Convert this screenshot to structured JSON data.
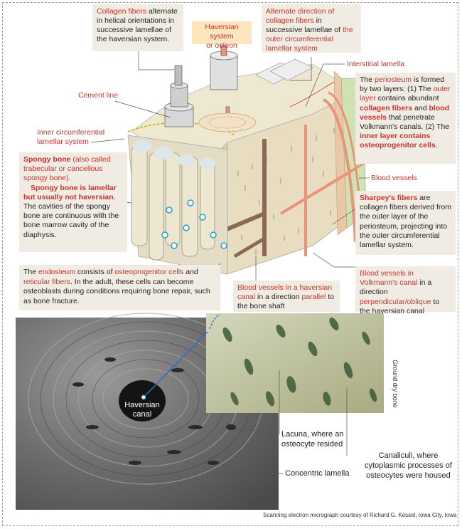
{
  "diagram": {
    "collagen_box": {
      "p1": "Collagen fibers",
      "p2": " alternate in helical orientations in successive lamellae of the haversian system."
    },
    "haversian_label": {
      "line1": "Haversian system",
      "line2": "or osteon"
    },
    "alternate_box": {
      "p1": "Alternate direction of collagen fibers",
      "p2": " in successive lamellae of ",
      "p3": "the outer circumferential lamellar system"
    },
    "interstitial_label": "Interstitial lamella",
    "cement_label": "Cement line",
    "inner_circ_label": {
      "line1": "Inner circumferential",
      "line2": "lamellar system"
    },
    "periosteum_box": {
      "p1": "The ",
      "p2": "periosteum",
      "p3": " is formed by two layers: (1) The ",
      "p4": "outer layer",
      "p5": " contains abundant ",
      "p6": "collagen fibers",
      "p7": " and ",
      "p8": "blood vessels",
      "p9": " that penetrate Volkmann's canals. (2) The ",
      "p10": "inner layer contains osteoprogenitor cells",
      "p11": "."
    },
    "blood_vessels_label": "Blood vessels",
    "spongy_box": {
      "p1": "Spongy bone",
      "p2": " (also called trabecular or cancellous spongy bone).",
      "p3": "Spongy bone is lamellar but usually not haversian",
      "p4": ". The cavities of the spongy bone are continuous with the bone marrow cavity of the diaphysis."
    },
    "sharpey_box": {
      "p1": "Sharpey's fibers",
      "p2": " are collagen fibers derived from the outer layer of the periosteum, projecting into the outer circumferential lamellar system."
    },
    "endosteum_box": {
      "p1": "The ",
      "p2": "endosteum",
      "p3": " consists of ",
      "p4": "osteoprogenitor cells",
      "p5": " and ",
      "p6": "reticular fibers",
      "p7": ". In the adult, these cells can become osteoblasts during conditions requiring bone repair, such as bone fracture."
    },
    "haversian_canal_box": {
      "p1": "Blood vessels in a haversian canal",
      "p2": " in a direction ",
      "p3": "parallel",
      "p4": " to the bone shaft"
    },
    "volkmann_box": {
      "p1": "Blood vessels in Volkmann's canal",
      "p2": " in a direction ",
      "p3": "perpendicular/oblique",
      "p4": " to the haversian canal"
    }
  },
  "micrograph": {
    "haversian_canal": {
      "line1": "Haversian",
      "line2": "canal"
    },
    "ground_dry_bone": "Ground dry bone",
    "lacuna": {
      "line1": "Lacuna, where an",
      "line2": "osteocyte resided"
    },
    "canaliculi": {
      "line1": "Canaliculi, where",
      "line2": "cytoplasmic processes of",
      "line3": "osteocytes were housed"
    },
    "concentric": "Concentric lamella",
    "credit": "Scanning electron micrograph courtesy of Richard G. Kessel, Iowa City, Iowa"
  },
  "colors": {
    "accent_red": "#c8342f",
    "box_bg": "#f1ece3",
    "haversian_label_bg": "#fbe6bd",
    "vessel": "#e9927c"
  }
}
